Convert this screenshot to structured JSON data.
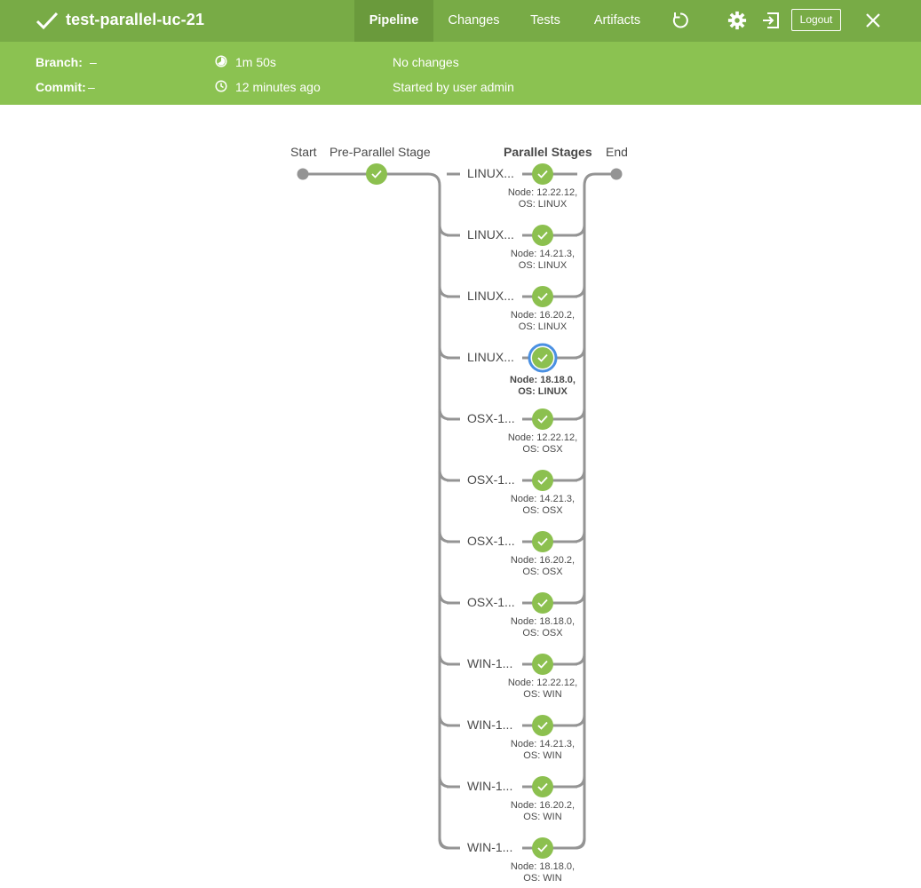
{
  "header": {
    "title": "test-parallel-uc-2",
    "run_number": "1",
    "tabs": [
      {
        "label": "Pipeline",
        "active": true
      },
      {
        "label": "Changes",
        "active": false
      },
      {
        "label": "Tests",
        "active": false
      },
      {
        "label": "Artifacts",
        "active": false
      }
    ],
    "logout_label": "Logout",
    "colors": {
      "bar": "#78ab46",
      "info": "#8bc251",
      "success": "#8cc04f",
      "selected_ring": "#4a90e2"
    }
  },
  "info": {
    "branch_label": "Branch:",
    "branch_value": "–",
    "commit_label": "Commit:",
    "commit_value": "–",
    "duration": "1m 50s",
    "time_ago": "12 minutes ago",
    "changes": "No changes",
    "started_by": "Started by user admin"
  },
  "pipeline": {
    "start_label": "Start",
    "pre_stage_label": "Pre-Parallel Stage",
    "parallel_label": "Parallel Stages",
    "end_label": "End",
    "parallel_stages": [
      {
        "name": "LINUX...",
        "node": "Node: 12.22.12,",
        "os": "OS: LINUX",
        "selected": false
      },
      {
        "name": "LINUX...",
        "node": "Node: 14.21.3,",
        "os": "OS: LINUX",
        "selected": false
      },
      {
        "name": "LINUX...",
        "node": "Node: 16.20.2,",
        "os": "OS: LINUX",
        "selected": false
      },
      {
        "name": "LINUX...",
        "node": "Node: 18.18.0,",
        "os": "OS: LINUX",
        "selected": true
      },
      {
        "name": "OSX-1...",
        "node": "Node: 12.22.12,",
        "os": "OS: OSX",
        "selected": false
      },
      {
        "name": "OSX-1...",
        "node": "Node: 14.21.3,",
        "os": "OS: OSX",
        "selected": false
      },
      {
        "name": "OSX-1...",
        "node": "Node: 16.20.2,",
        "os": "OS: OSX",
        "selected": false
      },
      {
        "name": "OSX-1...",
        "node": "Node: 18.18.0,",
        "os": "OS: OSX",
        "selected": false
      },
      {
        "name": "WIN-1...",
        "node": "Node: 12.22.12,",
        "os": "OS: WIN",
        "selected": false
      },
      {
        "name": "WIN-1...",
        "node": "Node: 14.21.3,",
        "os": "OS: WIN",
        "selected": false
      },
      {
        "name": "WIN-1...",
        "node": "Node: 16.20.2,",
        "os": "OS: WIN",
        "selected": false
      },
      {
        "name": "WIN-1...",
        "node": "Node: 18.18.0,",
        "os": "OS: WIN",
        "selected": false
      }
    ]
  }
}
